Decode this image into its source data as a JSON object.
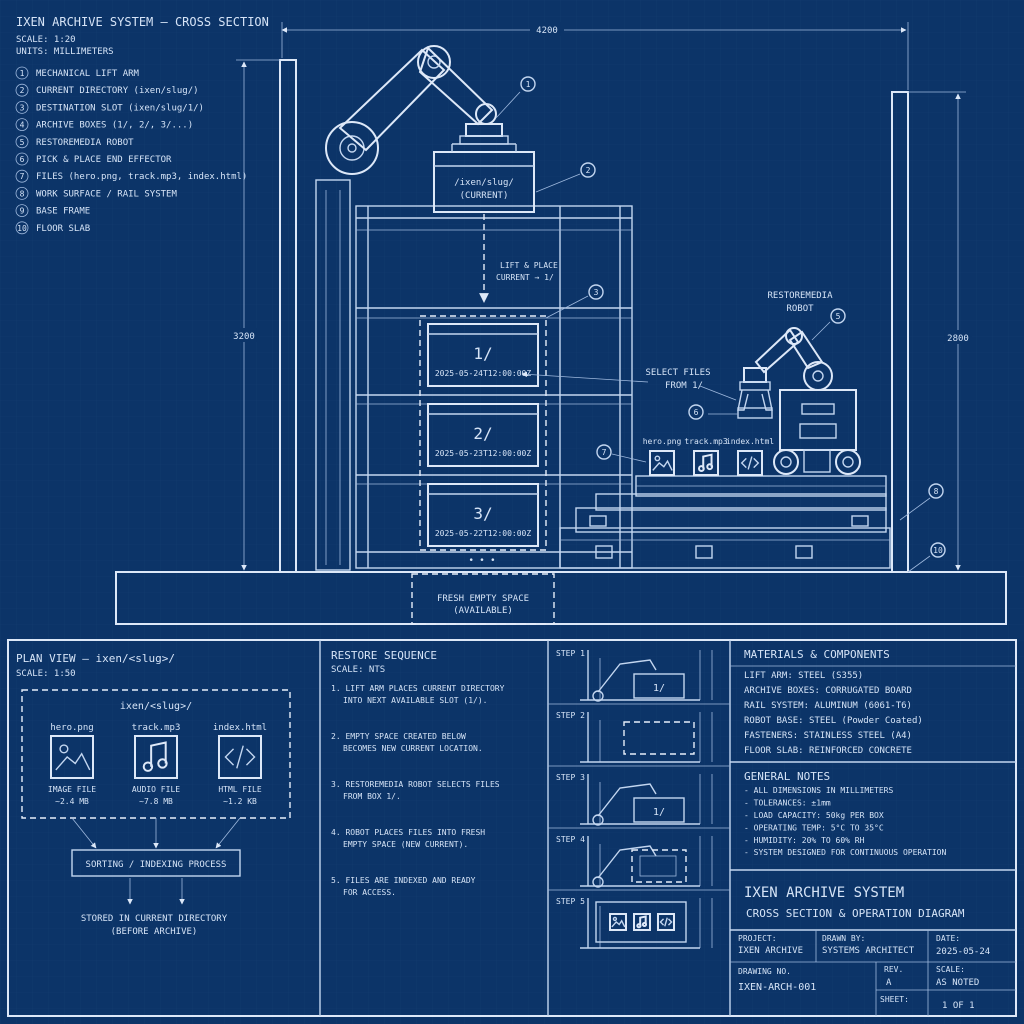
{
  "title": {
    "main": "IXEN ARCHIVE SYSTEM — CROSS SECTION",
    "scale": "SCALE: 1:20",
    "units": "UNITS: MILLIMETERS"
  },
  "legend": [
    {
      "num": "1",
      "text": "MECHANICAL LIFT ARM"
    },
    {
      "num": "2",
      "text": "CURRENT DIRECTORY (ixen/slug/)"
    },
    {
      "num": "3",
      "text": "DESTINATION SLOT (ixen/slug/1/)"
    },
    {
      "num": "4",
      "text": "ARCHIVE BOXES (1/, 2/, 3/...)"
    },
    {
      "num": "5",
      "text": "RESTOREMEDIA ROBOT"
    },
    {
      "num": "6",
      "text": "PICK & PLACE END EFFECTOR"
    },
    {
      "num": "7",
      "text": "FILES (hero.png, track.mp3, index.html)"
    },
    {
      "num": "8",
      "text": "WORK SURFACE / RAIL SYSTEM"
    },
    {
      "num": "9",
      "text": "BASE FRAME"
    },
    {
      "num": "10",
      "text": "FLOOR SLAB"
    }
  ],
  "dimensions": {
    "width": "4200",
    "left_height": "3200",
    "right_height": "2800"
  },
  "section": {
    "current_box_line1": "/ixen/slug/",
    "current_box_line2": "(CURRENT)",
    "lift_note_line1": "LIFT & PLACE",
    "lift_note_line2": "CURRENT → 1/",
    "boxes": [
      {
        "label": "1/",
        "date": "2025-05-24T12:00:00Z"
      },
      {
        "label": "2/",
        "date": "2025-05-23T12:00:00Z"
      },
      {
        "label": "3/",
        "date": "2025-05-22T12:00:00Z"
      }
    ],
    "ellipsis": "• • •",
    "empty_line1": "FRESH EMPTY SPACE",
    "empty_line2": "(AVAILABLE)",
    "robot_label_line1": "RESTOREMEDIA",
    "robot_label_line2": "ROBOT",
    "select_line1": "SELECT FILES",
    "select_line2": "FROM 1/",
    "files": [
      "hero.png",
      "track.mp3",
      "index.html"
    ],
    "callouts": [
      "1",
      "2",
      "3",
      "5",
      "6",
      "7",
      "8",
      "10"
    ]
  },
  "plan": {
    "title": "PLAN VIEW — ixen/<slug>/",
    "scale": "SCALE: 1:50",
    "folder": "ixen/<slug>/",
    "files": [
      {
        "name": "hero.png",
        "type": "IMAGE FILE",
        "size": "~2.4 MB"
      },
      {
        "name": "track.mp3",
        "type": "AUDIO FILE",
        "size": "~7.8 MB"
      },
      {
        "name": "index.html",
        "type": "HTML FILE",
        "size": "~1.2 KB"
      }
    ],
    "process": "SORTING / INDEXING PROCESS",
    "stored_line1": "STORED IN CURRENT DIRECTORY",
    "stored_line2": "(BEFORE ARCHIVE)"
  },
  "sequence": {
    "title": "RESTORE SEQUENCE",
    "scale": "SCALE: NTS",
    "steps": [
      [
        "1. LIFT ARM PLACES CURRENT DIRECTORY",
        "INTO NEXT AVAILABLE SLOT (1/)."
      ],
      [
        "2. EMPTY SPACE CREATED BELOW",
        "BECOMES NEW CURRENT LOCATION."
      ],
      [
        "3. RESTOREMEDIA ROBOT SELECTS FILES",
        "FROM BOX 1/."
      ],
      [
        "4. ROBOT PLACES FILES INTO FRESH",
        "EMPTY SPACE (NEW CURRENT)."
      ],
      [
        "5. FILES ARE INDEXED AND READY",
        "FOR ACCESS."
      ]
    ]
  },
  "steps_panel": {
    "labels": [
      "STEP 1",
      "STEP 2",
      "STEP 3",
      "STEP 4",
      "STEP 5"
    ],
    "box_label": "1/"
  },
  "materials": {
    "title": "MATERIALS & COMPONENTS",
    "items": [
      "LIFT ARM: STEEL (S355)",
      "ARCHIVE BOXES: CORRUGATED BOARD",
      "RAIL SYSTEM: ALUMINUM (6061-T6)",
      "ROBOT BASE: STEEL (Powder Coated)",
      "FASTENERS: STAINLESS STEEL (A4)",
      "FLOOR SLAB: REINFORCED CONCRETE"
    ]
  },
  "notes": {
    "title": "GENERAL NOTES",
    "items": [
      "- ALL DIMENSIONS IN MILLIMETERS",
      "- TOLERANCES: ±1mm",
      "- LOAD CAPACITY: 50kg PER BOX",
      "- OPERATING TEMP: 5°C TO 35°C",
      "- HUMIDITY: 20% TO 60% RH",
      "- SYSTEM DESIGNED FOR CONTINUOUS OPERATION"
    ]
  },
  "titleblock": {
    "title": "IXEN ARCHIVE SYSTEM",
    "subtitle": "CROSS SECTION & OPERATION DIAGRAM",
    "project_label": "PROJECT:",
    "project": "IXEN ARCHIVE",
    "drawn_label": "DRAWN BY:",
    "drawn": "SYSTEMS ARCHITECT",
    "date_label": "DATE:",
    "date": "2025-05-24",
    "drawing_label": "DRAWING NO.",
    "drawing": "IXEN-ARCH-001",
    "rev_label": "REV.",
    "rev": "A",
    "scale_label": "SCALE:",
    "scale": "AS NOTED",
    "sheet_label": "SHEET:",
    "sheet": "1 OF 1"
  },
  "colors": {
    "background": "#0c3468",
    "line": "#c3d6f0",
    "text": "#d6e4f7"
  }
}
